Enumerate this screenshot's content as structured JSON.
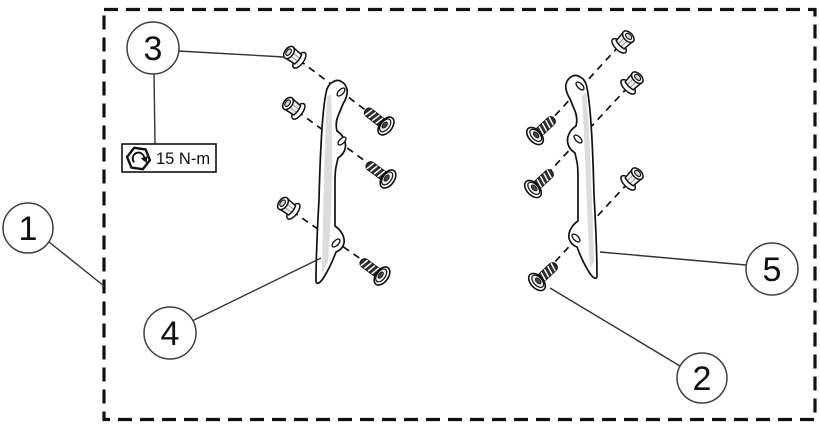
{
  "diagram": {
    "kind": "exploded-view-parts-diagram",
    "callouts": [
      {
        "id": "callout-1",
        "label": "1"
      },
      {
        "id": "callout-2",
        "label": "2"
      },
      {
        "id": "callout-3",
        "label": "3"
      },
      {
        "id": "callout-4",
        "label": "4"
      },
      {
        "id": "callout-5",
        "label": "5"
      }
    ],
    "torque": {
      "label": "15 N-m",
      "icon": "torque-hexagon-arrow-icon"
    },
    "parts": {
      "bracket_left": "mounting-bracket-left",
      "bracket_right": "mounting-bracket-right",
      "nut": "flange-nut",
      "screw": "pan-head-screw"
    },
    "colors": {
      "line": "#111111",
      "fill": "#ffffff",
      "shade": "#dcdcdc",
      "fastener_dark": "#2e2e2e"
    }
  }
}
